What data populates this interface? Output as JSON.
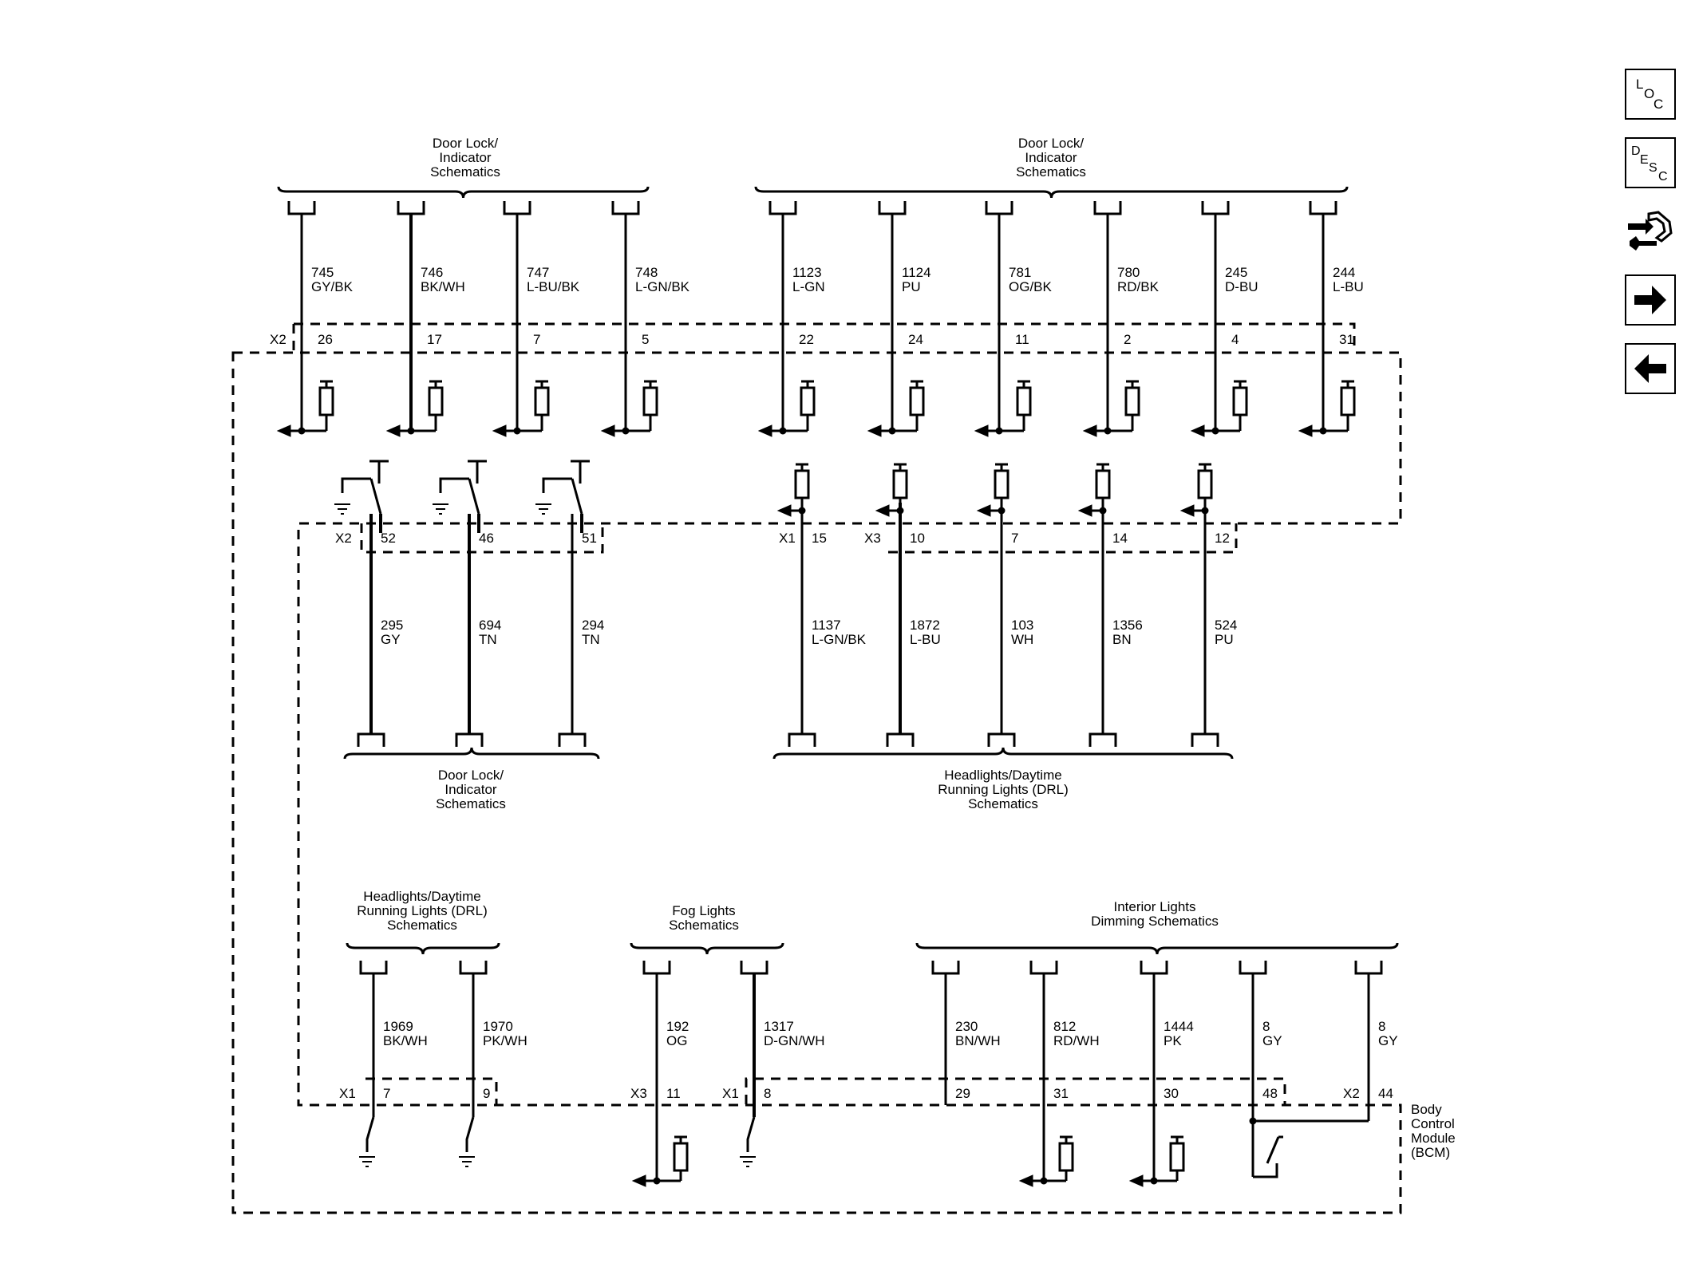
{
  "diagram": {
    "groups": [
      {
        "id": "g1",
        "lines": [
          "Door Lock/",
          "Indicator",
          "Schematics"
        ]
      },
      {
        "id": "g2",
        "lines": [
          "Door Lock/",
          "Indicator",
          "Schematics"
        ]
      },
      {
        "id": "g3",
        "lines": [
          "Door Lock/",
          "Indicator",
          "Schematics"
        ]
      },
      {
        "id": "g4",
        "lines": [
          "Headlights/Daytime",
          "Running Lights (DRL)",
          "Schematics"
        ]
      },
      {
        "id": "g5",
        "lines": [
          "Headlights/Daytime",
          "Running Lights (DRL)",
          "Schematics"
        ]
      },
      {
        "id": "g6",
        "lines": [
          "Fog Lights",
          "Schematics"
        ]
      },
      {
        "id": "g7",
        "lines": [
          "Interior Lights",
          "Dimming Schematics"
        ]
      }
    ],
    "connectors": [
      "X2",
      "X2",
      "X1",
      "X3",
      "X1",
      "X3",
      "X1",
      "X2"
    ],
    "module": [
      "Body",
      "Control",
      "Module",
      "(BCM)"
    ],
    "top_wires": [
      {
        "circuit": "745",
        "color": "GY/BK",
        "pin": "26"
      },
      {
        "circuit": "746",
        "color": "BK/WH",
        "pin": "17"
      },
      {
        "circuit": "747",
        "color": "L-BU/BK",
        "pin": "7"
      },
      {
        "circuit": "748",
        "color": "L-GN/BK",
        "pin": "5"
      },
      {
        "circuit": "1123",
        "color": "L-GN",
        "pin": "22"
      },
      {
        "circuit": "1124",
        "color": "PU",
        "pin": "24"
      },
      {
        "circuit": "781",
        "color": "OG/BK",
        "pin": "11"
      },
      {
        "circuit": "780",
        "color": "RD/BK",
        "pin": "2"
      },
      {
        "circuit": "245",
        "color": "D-BU",
        "pin": "4"
      },
      {
        "circuit": "244",
        "color": "L-BU",
        "pin": "31"
      }
    ],
    "mid_wires": [
      {
        "circuit": "295",
        "color": "GY",
        "pin": "52"
      },
      {
        "circuit": "694",
        "color": "TN",
        "pin": "46"
      },
      {
        "circuit": "294",
        "color": "TN",
        "pin": "51"
      },
      {
        "circuit": "1137",
        "color": "L-GN/BK",
        "pin": "15"
      },
      {
        "circuit": "1872",
        "color": "L-BU",
        "pin": "10"
      },
      {
        "circuit": "103",
        "color": "WH",
        "pin": "7"
      },
      {
        "circuit": "1356",
        "color": "BN",
        "pin": "14"
      },
      {
        "circuit": "524",
        "color": "PU",
        "pin": "12"
      }
    ],
    "bottom_wires": [
      {
        "circuit": "1969",
        "color": "BK/WH",
        "pin": "7"
      },
      {
        "circuit": "1970",
        "color": "PK/WH",
        "pin": "9"
      },
      {
        "circuit": "192",
        "color": "OG",
        "pin": "11"
      },
      {
        "circuit": "1317",
        "color": "D-GN/WH",
        "pin": "8"
      },
      {
        "circuit": "230",
        "color": "BN/WH",
        "pin": "29"
      },
      {
        "circuit": "812",
        "color": "RD/WH",
        "pin": "31"
      },
      {
        "circuit": "1444",
        "color": "PK",
        "pin": "30"
      },
      {
        "circuit": "8",
        "color": "GY",
        "pin": "48"
      },
      {
        "circuit": "8",
        "color": "GY",
        "pin": "44"
      }
    ]
  },
  "sidebar": {
    "loc": {
      "l": "L",
      "o": "O",
      "c": "C"
    },
    "desc": {
      "d": "D",
      "e": "E",
      "s": "S",
      "c": "C"
    }
  }
}
